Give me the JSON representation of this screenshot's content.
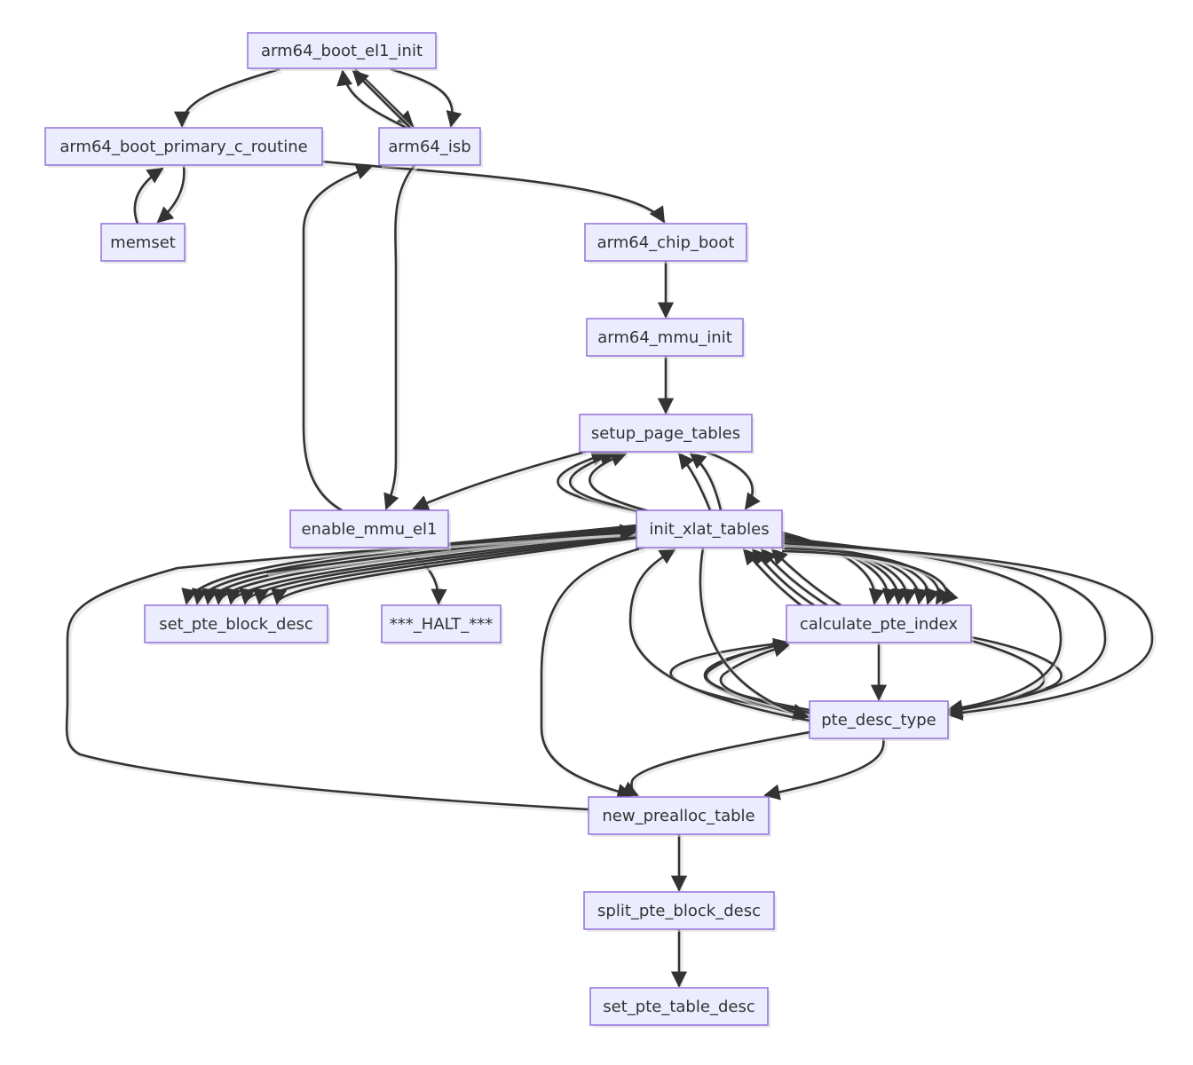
{
  "diagram": {
    "type": "flowchart",
    "direction": "top-down",
    "colors": {
      "node_fill": "#ECECFF",
      "node_border": "#9370DB",
      "text": "#333333",
      "edge": "#333333",
      "background": "#FFFFFF"
    },
    "nodes": [
      {
        "id": "arm64_boot_el1_init",
        "label": "arm64_boot_el1_init"
      },
      {
        "id": "arm64_boot_primary_c_routine",
        "label": "arm64_boot_primary_c_routine"
      },
      {
        "id": "arm64_isb",
        "label": "arm64_isb"
      },
      {
        "id": "memset",
        "label": "memset"
      },
      {
        "id": "arm64_chip_boot",
        "label": "arm64_chip_boot"
      },
      {
        "id": "arm64_mmu_init",
        "label": "arm64_mmu_init"
      },
      {
        "id": "setup_page_tables",
        "label": "setup_page_tables"
      },
      {
        "id": "enable_mmu_el1",
        "label": "enable_mmu_el1"
      },
      {
        "id": "init_xlat_tables",
        "label": "init_xlat_tables"
      },
      {
        "id": "set_pte_block_desc",
        "label": "set_pte_block_desc"
      },
      {
        "id": "halt",
        "label": "***_HALT_***"
      },
      {
        "id": "calculate_pte_index",
        "label": "calculate_pte_index"
      },
      {
        "id": "pte_desc_type",
        "label": "pte_desc_type"
      },
      {
        "id": "new_prealloc_table",
        "label": "new_prealloc_table"
      },
      {
        "id": "split_pte_block_desc",
        "label": "split_pte_block_desc"
      },
      {
        "id": "set_pte_table_desc",
        "label": "set_pte_table_desc"
      }
    ],
    "edges": [
      {
        "from": "arm64_boot_el1_init",
        "to": "arm64_boot_primary_c_routine"
      },
      {
        "from": "arm64_boot_el1_init",
        "to": "arm64_isb",
        "count": 2
      },
      {
        "from": "arm64_isb",
        "to": "arm64_boot_el1_init",
        "count": 2
      },
      {
        "from": "arm64_boot_primary_c_routine",
        "to": "memset"
      },
      {
        "from": "memset",
        "to": "arm64_boot_primary_c_routine"
      },
      {
        "from": "arm64_boot_primary_c_routine",
        "to": "arm64_chip_boot"
      },
      {
        "from": "arm64_chip_boot",
        "to": "arm64_mmu_init"
      },
      {
        "from": "arm64_mmu_init",
        "to": "setup_page_tables"
      },
      {
        "from": "setup_page_tables",
        "to": "init_xlat_tables"
      },
      {
        "from": "init_xlat_tables",
        "to": "setup_page_tables",
        "count": 5
      },
      {
        "from": "setup_page_tables",
        "to": "enable_mmu_el1"
      },
      {
        "from": "arm64_isb",
        "to": "enable_mmu_el1"
      },
      {
        "from": "enable_mmu_el1",
        "to": "arm64_isb"
      },
      {
        "from": "enable_mmu_el1",
        "to": "halt"
      },
      {
        "from": "init_xlat_tables",
        "to": "set_pte_block_desc",
        "count": 8
      },
      {
        "from": "set_pte_block_desc",
        "to": "init_xlat_tables"
      },
      {
        "from": "init_xlat_tables",
        "to": "calculate_pte_index",
        "count": 8
      },
      {
        "from": "calculate_pte_index",
        "to": "init_xlat_tables",
        "count": 4
      },
      {
        "from": "calculate_pte_index",
        "to": "pte_desc_type",
        "count": 3
      },
      {
        "from": "pte_desc_type",
        "to": "calculate_pte_index",
        "count": 3
      },
      {
        "from": "init_xlat_tables",
        "to": "pte_desc_type",
        "count": 4
      },
      {
        "from": "pte_desc_type",
        "to": "init_xlat_tables"
      },
      {
        "from": "init_xlat_tables",
        "to": "new_prealloc_table"
      },
      {
        "from": "pte_desc_type",
        "to": "new_prealloc_table",
        "count": 2
      },
      {
        "from": "new_prealloc_table",
        "to": "init_xlat_tables"
      },
      {
        "from": "new_prealloc_table",
        "to": "split_pte_block_desc"
      },
      {
        "from": "split_pte_block_desc",
        "to": "set_pte_table_desc"
      }
    ]
  }
}
